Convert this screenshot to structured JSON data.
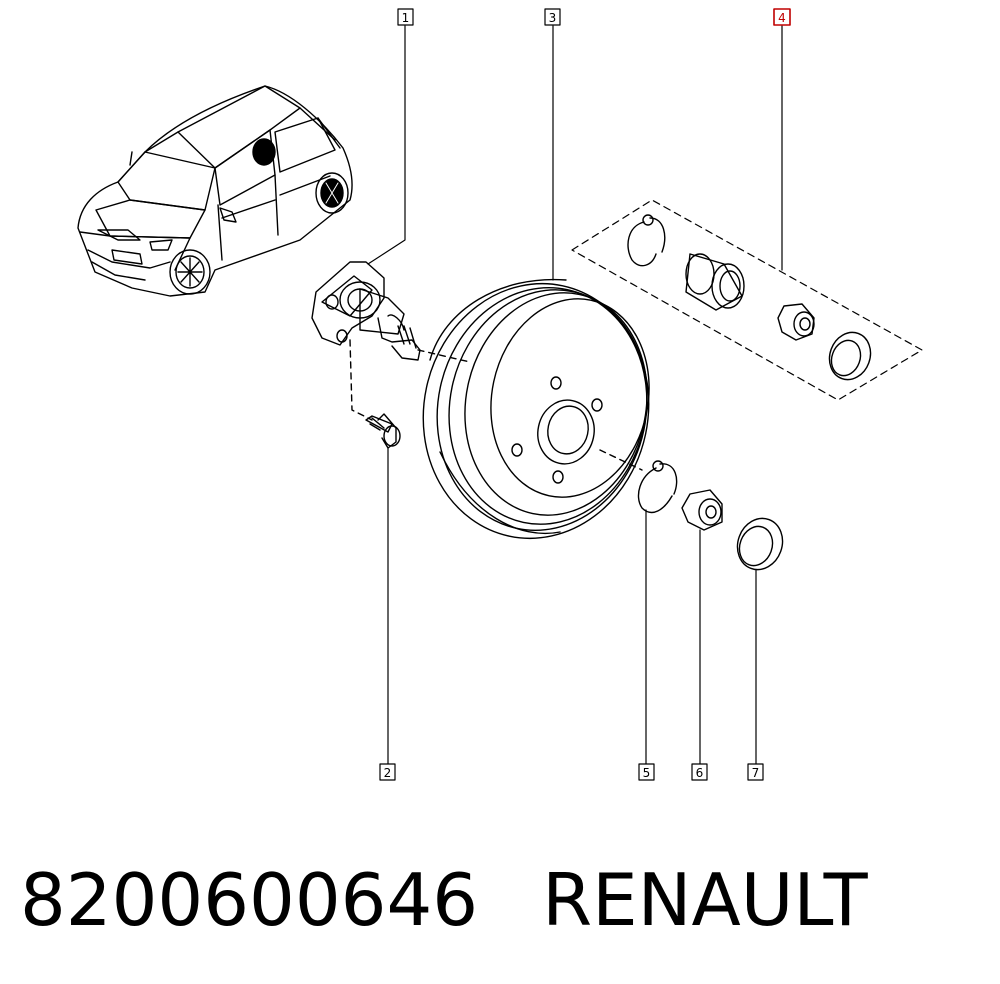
{
  "callouts": [
    {
      "id": "callout-1",
      "label": "1",
      "highlighted": false
    },
    {
      "id": "callout-2",
      "label": "2",
      "highlighted": false
    },
    {
      "id": "callout-3",
      "label": "3",
      "highlighted": false
    },
    {
      "id": "callout-4",
      "label": "4",
      "highlighted": true
    },
    {
      "id": "callout-5",
      "label": "5",
      "highlighted": false
    },
    {
      "id": "callout-6",
      "label": "6",
      "highlighted": false
    },
    {
      "id": "callout-7",
      "label": "7",
      "highlighted": false
    }
  ],
  "caption": {
    "part_number": "8200600646",
    "brand": "RENAULT"
  },
  "colors": {
    "ink": "#000000",
    "highlight": "#c00000",
    "background": "#ffffff"
  }
}
